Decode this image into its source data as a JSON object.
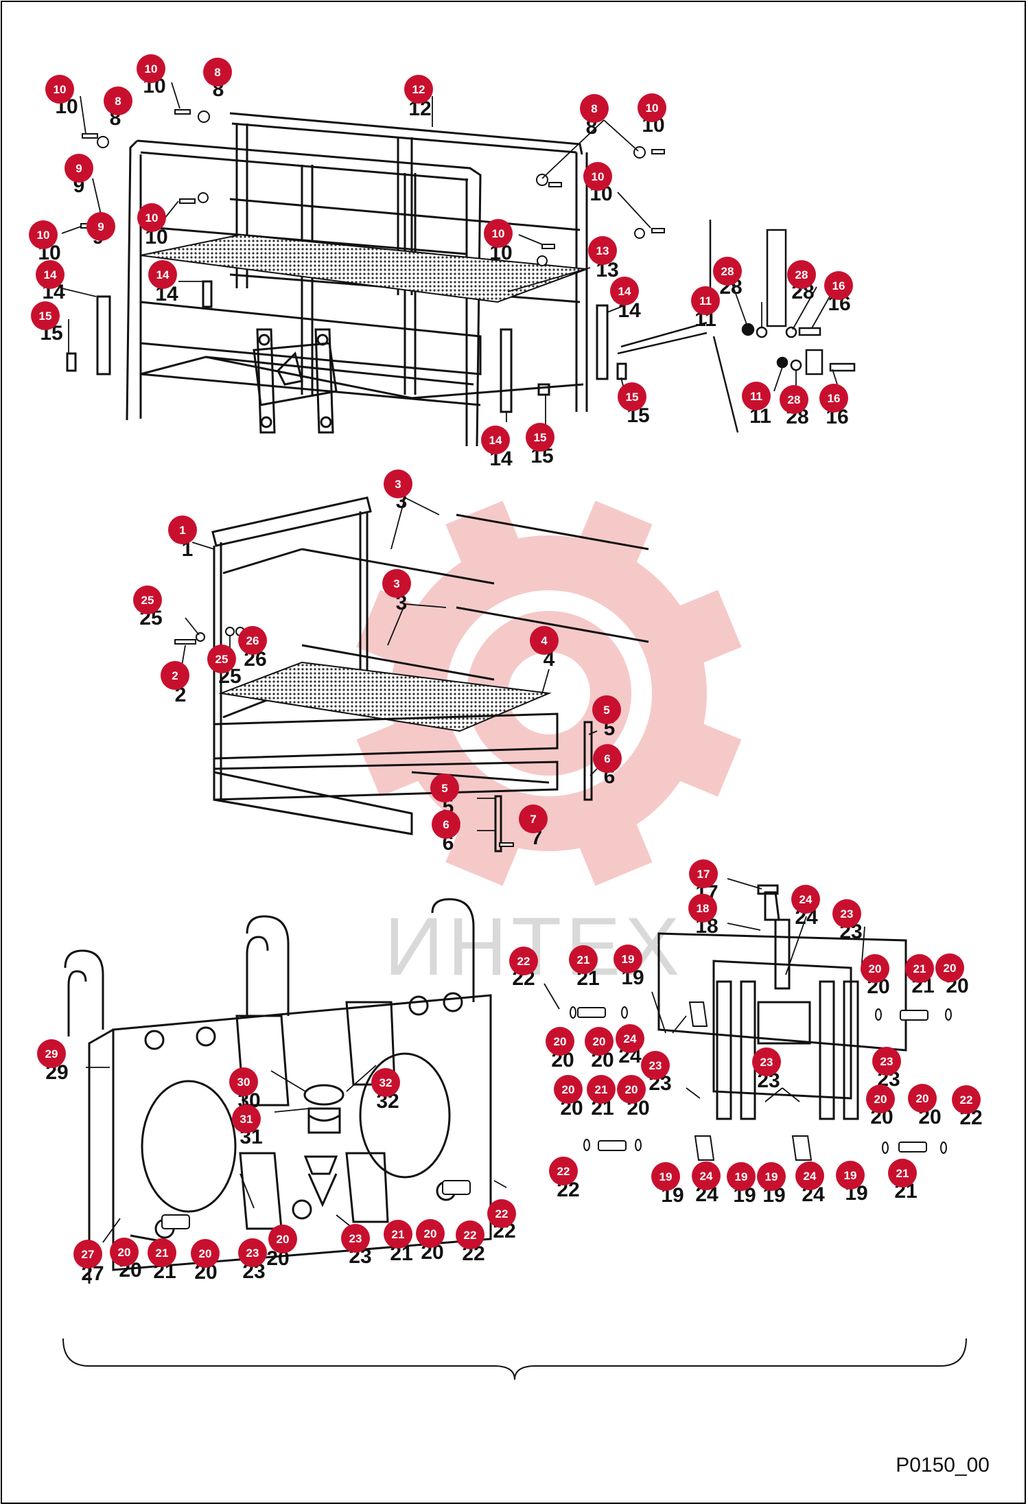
{
  "drawing_id": "P0150_00",
  "watermark": {
    "text": "ИНТЕХ",
    "gear_color": "#f6c9c9",
    "text_color": "#d9d9d9"
  },
  "colors": {
    "callout_bubble": "#c8102e",
    "line": "#111111",
    "mesh": "#444444"
  },
  "callouts": [
    {
      "label": "10"
    },
    {
      "label": "10"
    },
    {
      "label": "8"
    },
    {
      "label": "8"
    },
    {
      "label": "12"
    },
    {
      "label": "8"
    },
    {
      "label": "10"
    },
    {
      "label": "9"
    },
    {
      "label": "10"
    },
    {
      "label": "9"
    },
    {
      "label": "10"
    },
    {
      "label": "10"
    },
    {
      "label": "10"
    },
    {
      "label": "13"
    },
    {
      "label": "14"
    },
    {
      "label": "14"
    },
    {
      "label": "15"
    },
    {
      "label": "14"
    },
    {
      "label": "15"
    },
    {
      "label": "14"
    },
    {
      "label": "15"
    },
    {
      "label": "11"
    },
    {
      "label": "28"
    },
    {
      "label": "28"
    },
    {
      "label": "16"
    },
    {
      "label": "11"
    },
    {
      "label": "28"
    },
    {
      "label": "16"
    },
    {
      "label": "3"
    },
    {
      "label": "1"
    },
    {
      "label": "3"
    },
    {
      "label": "25"
    },
    {
      "label": "25"
    },
    {
      "label": "26"
    },
    {
      "label": "4"
    },
    {
      "label": "2"
    },
    {
      "label": "5"
    },
    {
      "label": "6"
    },
    {
      "label": "5"
    },
    {
      "label": "6"
    },
    {
      "label": "7"
    },
    {
      "label": "17"
    },
    {
      "label": "24"
    },
    {
      "label": "18"
    },
    {
      "label": "23"
    },
    {
      "label": "22"
    },
    {
      "label": "21"
    },
    {
      "label": "19"
    },
    {
      "label": "21"
    },
    {
      "label": "20"
    },
    {
      "label": "20"
    },
    {
      "label": "20"
    },
    {
      "label": "20"
    },
    {
      "label": "24"
    },
    {
      "label": "23"
    },
    {
      "label": "23"
    },
    {
      "label": "23"
    },
    {
      "label": "20"
    },
    {
      "label": "21"
    },
    {
      "label": "20"
    },
    {
      "label": "20"
    },
    {
      "label": "20"
    },
    {
      "label": "22"
    },
    {
      "label": "22"
    },
    {
      "label": "19"
    },
    {
      "label": "24"
    },
    {
      "label": "19"
    },
    {
      "label": "19"
    },
    {
      "label": "24"
    },
    {
      "label": "19"
    },
    {
      "label": "21"
    },
    {
      "label": "29"
    },
    {
      "label": "30"
    },
    {
      "label": "32"
    },
    {
      "label": "31"
    },
    {
      "label": "23"
    },
    {
      "label": "22"
    },
    {
      "label": "20"
    },
    {
      "label": "21"
    },
    {
      "label": "20"
    },
    {
      "label": "23"
    },
    {
      "label": "20"
    },
    {
      "label": "21"
    },
    {
      "label": "20"
    },
    {
      "label": "22"
    },
    {
      "label": "27"
    }
  ]
}
